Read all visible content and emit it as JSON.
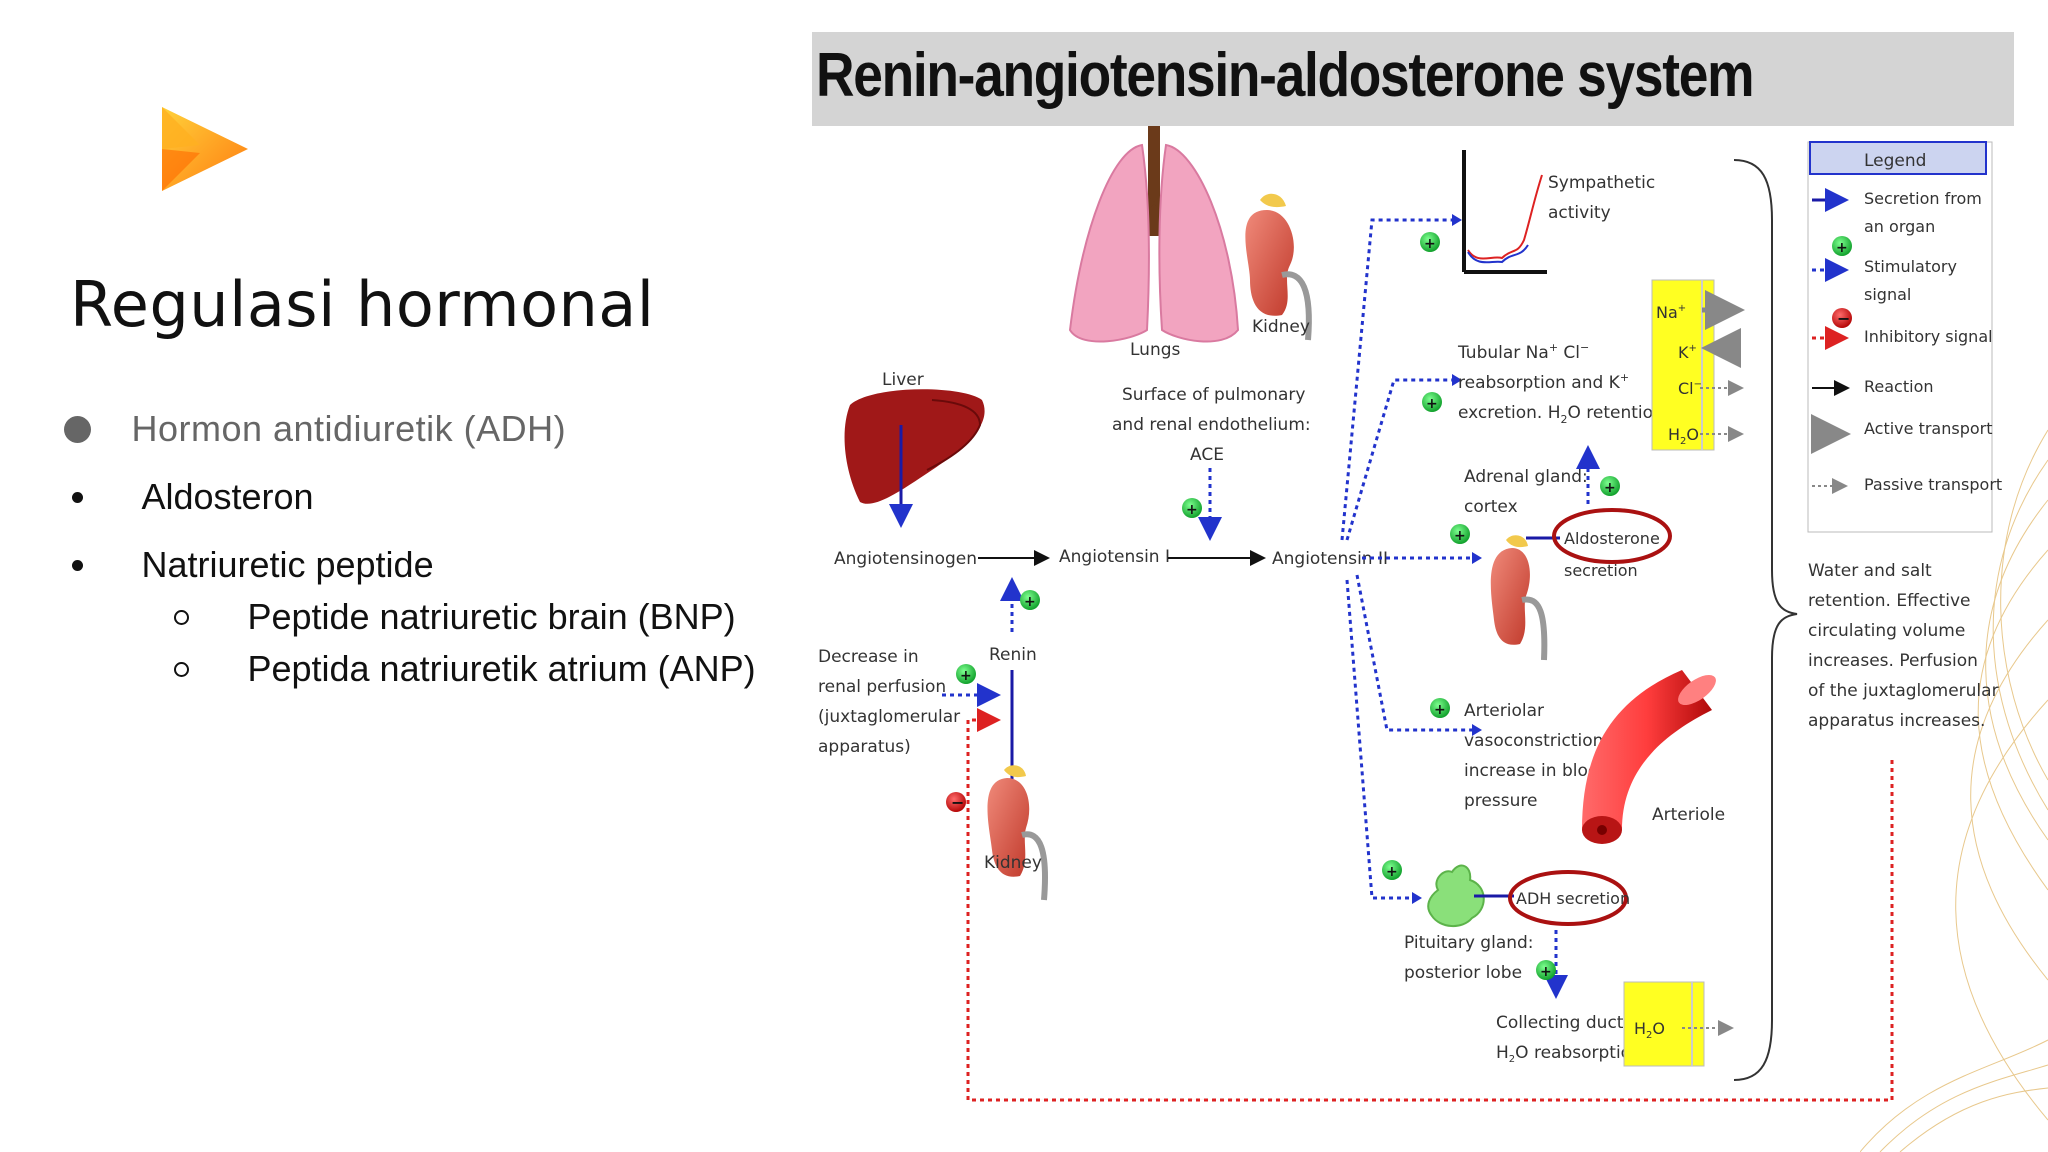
{
  "slide": {
    "title": "Regulasi hormonal",
    "bullets": [
      {
        "text": "Hormon antidiuretik (ADH)",
        "color": "#666666"
      },
      {
        "text": "Aldosteron",
        "color": "#111111"
      },
      {
        "text": "Natriuretic peptide",
        "color": "#111111"
      }
    ],
    "sub_bullets": [
      {
        "text": "Peptide natriuretic brain (BNP)"
      },
      {
        "text": "Peptida natriuretik atrium (ANP)"
      }
    ]
  },
  "diagram": {
    "title": "Renin-angiotensin-aldosterone system",
    "labels": {
      "liver": "Liver",
      "lungs": "Lungs",
      "kidney_top": "Kidney",
      "kidney_bottom": "Kidney",
      "angiotensinogen": "Angiotensinogen",
      "angiotensin1": "Angiotensin I",
      "angiotensin2": "Angiotensin II",
      "renin": "Renin",
      "surface1": "Surface of pulmonary",
      "surface2": "and renal endothelium:",
      "ace": "ACE",
      "decrease1": "Decrease in",
      "decrease2": "renal perfusion",
      "decrease3": "(juxtaglomerular",
      "decrease4": "apparatus)",
      "sympathetic1": "Sympathetic",
      "sympathetic2": "activity",
      "tubular1": "Tubular Na",
      "tubular2": "reabsorption and K",
      "tubular3": "excretion. H",
      "tubular3b": "O retention",
      "adrenal1": "Adrenal gland:",
      "adrenal2": "cortex",
      "aldosterone1": "Aldosterone",
      "aldosterone2": "secretion",
      "arteriolar1": "Arteriolar",
      "arteriolar2": "vasoconstriction,",
      "arteriolar3": "increase in blood",
      "arteriolar4": "pressure",
      "arteriole": "Arteriole",
      "adh": "ADH secretion",
      "pituitary1": "Pituitary gland:",
      "pituitary2": "posterior lobe",
      "collecting1": "Collecting duct:",
      "collecting2b": "O reabsorption",
      "water1": "Water and salt",
      "water2": "retention. Effective",
      "water3": "circulating volume",
      "water4": "increases. Perfusion",
      "water5": "of the juxtaglomerular",
      "water6": "apparatus increases.",
      "na": "Na",
      "k": "K",
      "cl": "Cl",
      "h2o": "H",
      "h2o_sub": "2",
      "h2o_o": "O",
      "plus_sup": "+",
      "minus_sup": "−"
    },
    "legend": {
      "title": "Legend",
      "secretion1": "Secretion from",
      "secretion2": "an organ",
      "stimulatory1": "Stimulatory",
      "stimulatory2": "signal",
      "inhibitory": "Inhibitory signal",
      "reaction": "Reaction",
      "active": "Active transport",
      "passive": "Passive transport"
    },
    "colors": {
      "secretion": "#1a1aa6",
      "stimulatory": "#2233cc",
      "inhibitory": "#dd2222",
      "plus": "#22cc44",
      "minus": "#dd1111",
      "yellow": "#ffff22",
      "highlight_ring": "#aa1111"
    }
  }
}
